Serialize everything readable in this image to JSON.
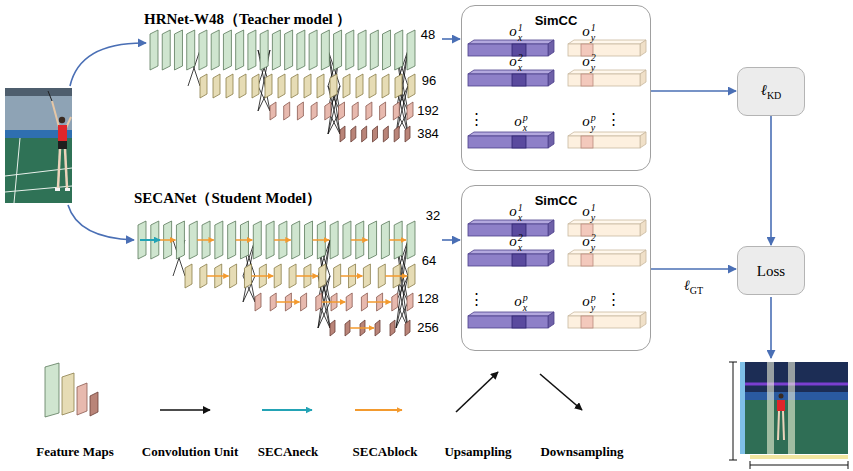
{
  "diagram": {
    "nodes": [
      {
        "text": [
          "HRNet-W48（Teacher model ）"
        ]
      },
      {
        "text": [
          "SimCC"
        ]
      },
      {
        "text": [
          "SECANet（Student Model）"
        ]
      },
      {
        "text": [
          "SimCC"
        ]
      },
      {
        "text": [
          "ℓKD"
        ]
      },
      {
        "text": [
          "Loss"
        ]
      }
    ],
    "edges": [
      {
        "from": 0,
        "to": 1,
        "arrow": "to"
      },
      {
        "from": 2,
        "to": 3,
        "arrow": "to"
      },
      {
        "from": 1,
        "to": 4,
        "arrow": "to"
      },
      {
        "from": 3,
        "to": 5,
        "arrow": "to",
        "label": "ℓGT"
      },
      {
        "from": 4,
        "to": 5,
        "arrow": "to"
      }
    ],
    "labels": [
      "48",
      "96",
      "192",
      "384",
      "32",
      "64",
      "128",
      "256",
      "ox1",
      "oy1",
      "ox2",
      "oy2",
      "⋮",
      "oxp",
      "oyp",
      "⋮",
      "ox1",
      "oy1",
      "ox2",
      "oy2",
      "⋮",
      "oxp",
      "oyp",
      "⋮"
    ],
    "legend": [
      {
        "text": "Feature Maps"
      },
      {
        "text": "Convolution Unit"
      },
      {
        "text": "SECAneck"
      },
      {
        "text": "SECAblock"
      },
      {
        "text": "Upsampling"
      },
      {
        "text": "Downsampling"
      }
    ]
  }
}
